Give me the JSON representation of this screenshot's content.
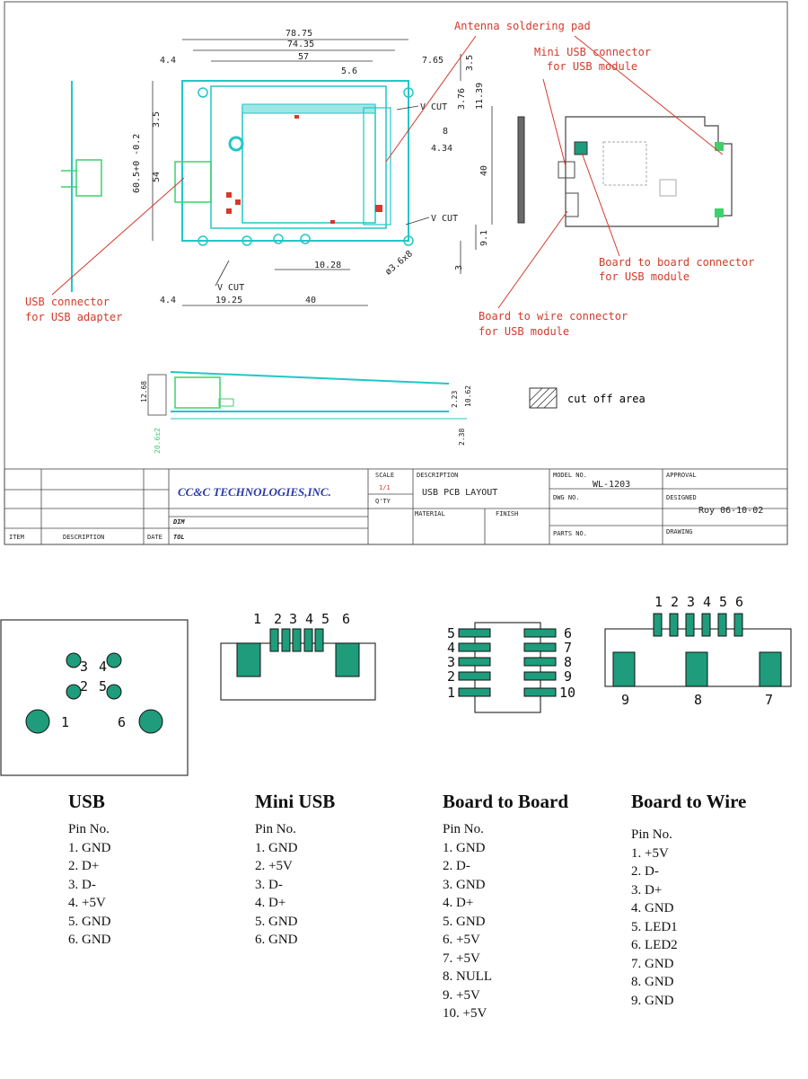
{
  "callouts": {
    "antenna": "Antenna soldering pad",
    "mini_usb": [
      "Mini USB connector",
      "for USB module"
    ],
    "b2b": [
      "Board to board connector",
      "for USB module"
    ],
    "b2w": [
      "Board to wire connector",
      "for USB module"
    ],
    "usb_adapter": [
      "USB connector",
      "for USB adapter"
    ]
  },
  "dimensions": {
    "top": [
      "78.75",
      "74.35",
      "57",
      "5.6",
      "7.65",
      "4.4",
      "3.5",
      "3.76",
      "11.39"
    ],
    "left": [
      "60.5+0 -0.2",
      "3.5",
      "54"
    ],
    "right": [
      "8",
      "4.34",
      "40",
      "9.1",
      "3",
      "10.28",
      "ø3.6x8"
    ],
    "bottom": [
      "4.4",
      "19.25",
      "40"
    ],
    "vcut": "V CUT",
    "side": [
      "12.68",
      "20.6±2",
      "2.23",
      "10.62",
      "2.38"
    ]
  },
  "legend": {
    "cut_off": "cut off area"
  },
  "title_block": {
    "company": "CC&C TECHNOLOGIES,INC.",
    "scale_label": "SCALE",
    "scale_value": "1/1",
    "qty_label": "Q'TY",
    "description_label": "DESCRIPTION",
    "description": "USB PCB LAYOUT",
    "material_label": "MATERIAL",
    "finish_label": "FINISH",
    "model_label": "MODEL NO.",
    "model": "WL-1203",
    "dwg_label": "DWG NO.",
    "parts_label": "PARTS NO.",
    "approval_label": "APPROVAL",
    "designed_label": "DESIGNED",
    "designed": "Roy 06-10-02",
    "drawing_label": "DRAWING",
    "item_label": "ITEM",
    "desc_col_label": "DESCRIPTION",
    "date_label": "DATE",
    "dim_label": "DIM",
    "tol_label": "TOL"
  },
  "connector_pins": {
    "usb": [
      "1",
      "2",
      "3",
      "4",
      "5",
      "6"
    ],
    "mini_usb": [
      "1",
      "2",
      "3",
      "4",
      "5",
      "6"
    ],
    "b2b_left": [
      "5",
      "4",
      "3",
      "2",
      "1"
    ],
    "b2b_right": [
      "6",
      "7",
      "8",
      "9",
      "10"
    ],
    "b2w_top": [
      "1",
      "2",
      "3",
      "4",
      "5",
      "6"
    ],
    "b2w_bottom": [
      "9",
      "8",
      "7"
    ]
  },
  "pin_tables": [
    {
      "title": "USB",
      "header": "Pin No.",
      "items": [
        "1.  GND",
        "2.  D+",
        "3.  D-",
        "4.  +5V",
        "5.  GND",
        "6.  GND"
      ]
    },
    {
      "title": "Mini USB",
      "header": "Pin No.",
      "items": [
        "1. GND",
        "2. +5V",
        "3. D-",
        "4. D+",
        "5. GND",
        "6. GND"
      ]
    },
    {
      "title": "Board to Board",
      "header": "Pin No.",
      "items": [
        "1. GND",
        "2. D-",
        "3. GND",
        "4. D+",
        "5. GND",
        "6. +5V",
        "7. +5V",
        "8. NULL",
        "9. +5V",
        "10. +5V"
      ]
    },
    {
      "title": "Board to Wire",
      "header": "Pin No.",
      "items": [
        "1. +5V",
        "2. D-",
        "3. D+",
        "4. GND",
        "5. LED1",
        "6. LED2",
        "7. GND",
        "8. GND",
        "9. GND"
      ]
    }
  ],
  "colors": {
    "pad": "#1e9c7c",
    "callout": "#d43a2c",
    "pcb": "#22c6c6",
    "green": "#3ed06a"
  }
}
